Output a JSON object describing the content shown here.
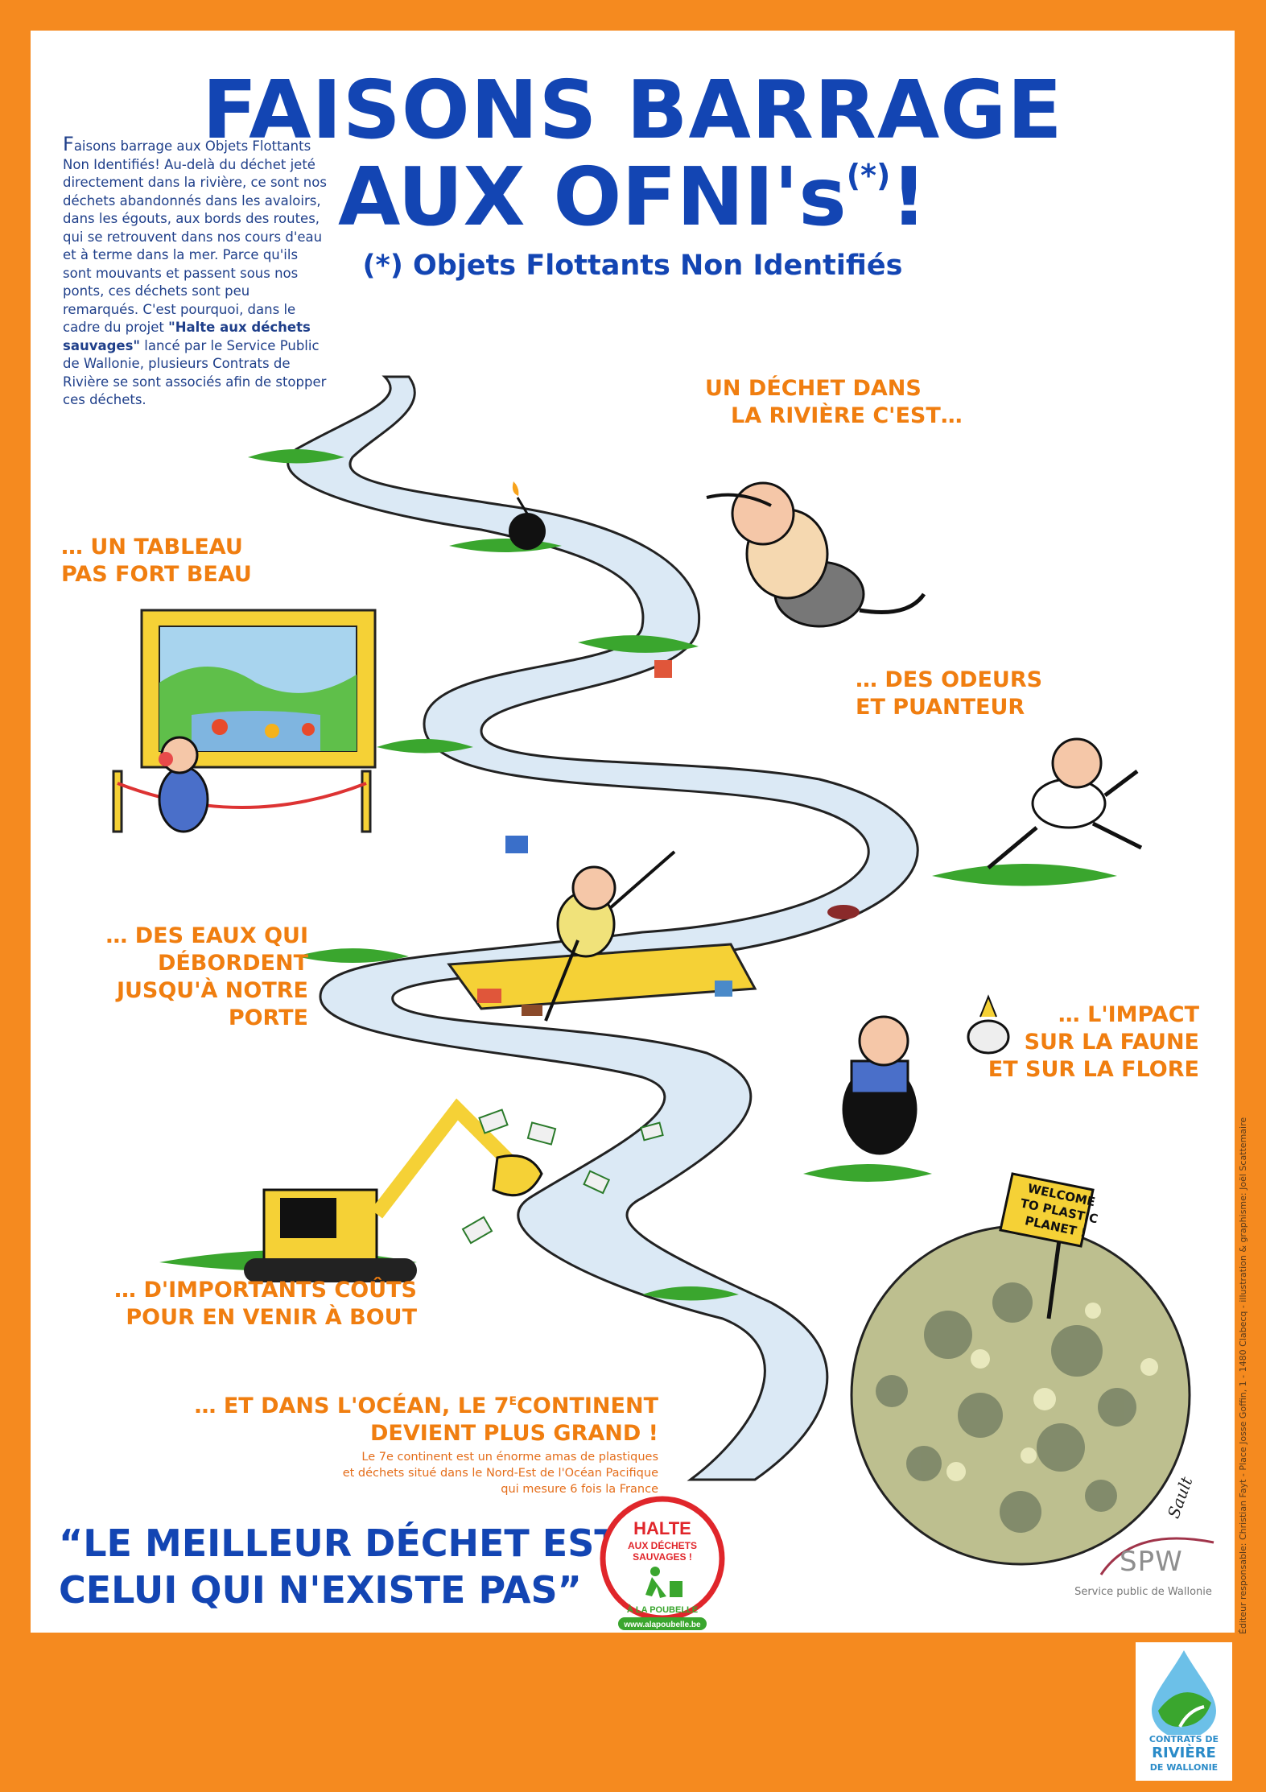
{
  "colors": {
    "frame": "#f58a1f",
    "title_blue": "#1345b3",
    "caption_orange": "#f07e10",
    "river": "#dbe9f5",
    "grass": "#3aa62e"
  },
  "header": {
    "line1": "FAISONS BARRAGE",
    "line2": "AUX OFNI's",
    "line2_sup": "(*)",
    "line2_end": "!",
    "subtitle": "(*) Objets Flottants Non Identifiés"
  },
  "intro": {
    "dropcap": "F",
    "text1": "aisons barrage aux Objets Flottants Non Identifiés! Au-delà du déchet jeté directement dans la rivière, ce sont nos déchets abandonnés dans les avaloirs, dans les égouts, aux bords des routes, qui se retrouvent dans nos cours d'eau et à terme dans la mer. Parce qu'ils sont mouvants et passent sous nos ponts, ces déchets sont peu remarqués. C'est pourquoi, dans le cadre du projet ",
    "project": "\"Halte aux déchets sauvages\"",
    "text2": " lancé par le Service Public de Wallonie, plusieurs Contrats de Rivière se sont associés afin de stopper ces déchets."
  },
  "captions": {
    "river_l1": "UN DÉCHET DANS",
    "river_l2": "LA RIVIÈRE C'EST…",
    "tableau_l1": "… UN TABLEAU",
    "tableau_l2": "PAS FORT BEAU",
    "odeurs_l1": "… DES ODEURS",
    "odeurs_l2": "ET PUANTEUR",
    "eaux_l1": "… DES EAUX QUI",
    "eaux_l2": "DÉBORDENT",
    "eaux_l3": "JUSQU'À NOTRE",
    "eaux_l4": "PORTE",
    "impact_l1": "… L'IMPACT",
    "impact_l2": "SUR LA FAUNE",
    "impact_l3": "ET SUR LA FLORE",
    "couts_l1": "… D'IMPORTANTS COÛTS",
    "couts_l2": "POUR EN VENIR À BOUT",
    "ocean_l1a": "… ET DANS L'OCÉAN, LE 7",
    "ocean_l1sup": "E",
    "ocean_l1b": "CONTINENT",
    "ocean_l2": "DEVIENT PLUS GRAND !"
  },
  "note": {
    "line1": "Le 7e continent est un énorme amas de plastiques",
    "line2": "et déchets situé dans le Nord-Est de l'Océan Pacifique",
    "line3": "qui mesure 6 fois la France"
  },
  "slogan": {
    "line1": "“LE MEILLEUR DÉCHET EST",
    "line2": "CELUI QUI N'EXISTE PAS”"
  },
  "sign": {
    "line1": "WELCOME",
    "line2": "TO PLASTIC",
    "line3": "PLANET !"
  },
  "halte_logo": {
    "line1": "HALTE",
    "line2": "AUX DÉCHETS",
    "line3": "SAUVAGES !",
    "line4": "À LA POUBELLE",
    "url": "www.alapoubelle.be"
  },
  "spw_logo": {
    "word": "SPW",
    "sub": "Service public de Wallonie"
  },
  "editor_line": "Éditeur responsable: Christian Fayt - Place Josse Goffin, 1 - 1480 Clabecq - illustration & graphisme: Joël Scattemaire",
  "artist_signature": "Sault",
  "cr_logo": {
    "line1": "CONTRATS DE",
    "line2": "RIVIÈRE",
    "line3": "DE WALLONIE"
  }
}
